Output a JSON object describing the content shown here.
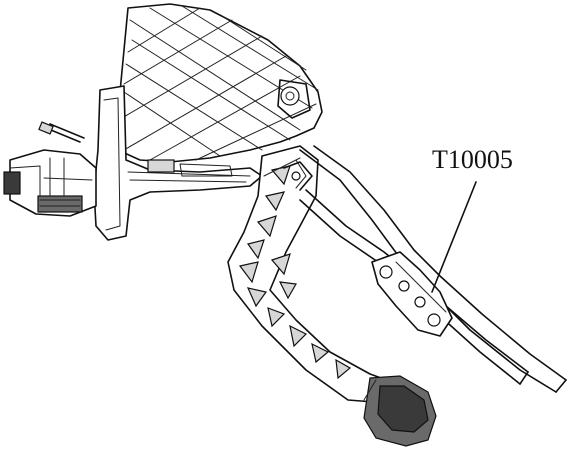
{
  "figure": {
    "tool_label": "T10005",
    "icons": {
      "pedal_assembly": "pedal-assembly",
      "connector": "electrical-connector",
      "tool": "pedal-holding-tool"
    }
  }
}
